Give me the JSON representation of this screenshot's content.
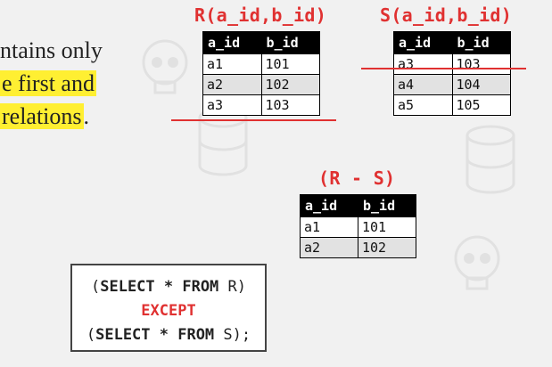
{
  "slide": {
    "lines": [
      "ntains only",
      "e first and",
      "relations."
    ],
    "highlight": [
      "e first and",
      "relations"
    ],
    "period": "."
  },
  "relation_r": {
    "title": "R(a_id,b_id)",
    "columns": [
      "a_id",
      "b_id"
    ],
    "rows": [
      [
        "a1",
        "101"
      ],
      [
        "a2",
        "102"
      ],
      [
        "a3",
        "103"
      ]
    ],
    "struck_row": 2
  },
  "relation_s": {
    "title": "S(a_id,b_id)",
    "columns": [
      "a_id",
      "b_id"
    ],
    "rows": [
      [
        "a3",
        "103"
      ],
      [
        "a4",
        "104"
      ],
      [
        "a5",
        "105"
      ]
    ],
    "struck_row": 0
  },
  "result": {
    "title": "(R - S)",
    "columns": [
      "a_id",
      "b_id"
    ],
    "rows": [
      [
        "a1",
        "101"
      ],
      [
        "a2",
        "102"
      ]
    ]
  },
  "sql": {
    "line1_open": "(",
    "line1_kw": "SELECT * FROM",
    "line1_tail": " R)",
    "line2": "EXCEPT",
    "line3_open": "(",
    "line3_kw": "SELECT * FROM",
    "line3_tail": " S);"
  },
  "colors": {
    "accent": "#e03131",
    "highlight": "#ffef32",
    "header": "#000000"
  }
}
